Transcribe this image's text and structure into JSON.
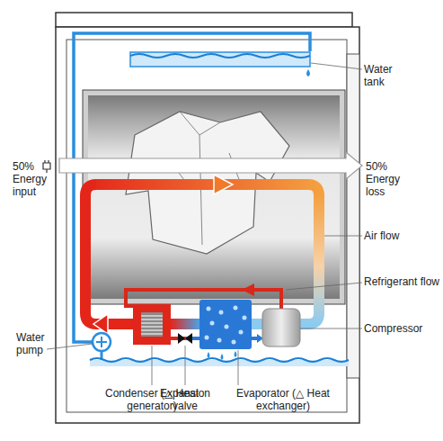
{
  "diagram": {
    "nodes": [
      {
        "text": [
          "Condenser (△ Heat generator)"
        ]
      },
      {
        "text": [
          "Evaporator (△ Heat exchanger)"
        ]
      }
    ],
    "edges": [
      {
        "from": 0,
        "to": 1,
        "arrow": "none"
      }
    ],
    "labels": [
      "Water tank",
      "50% Energy input",
      "50% Energy loss",
      "Air flow",
      "Refrigerant flow",
      "Compressor",
      "Water pump",
      "Expansion valve"
    ]
  }
}
